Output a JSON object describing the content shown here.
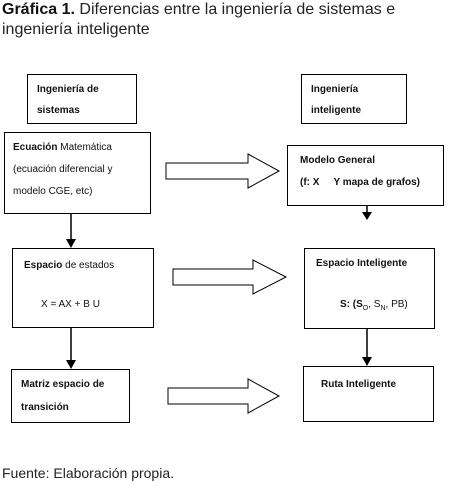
{
  "figure": {
    "label": "Gráfica 1.",
    "title": "Diferencias entre la ingeniería de sistemas e ingeniería inteligente"
  },
  "columns": {
    "left_header": [
      "Ingeniería de",
      "sistemas"
    ],
    "right_header": [
      "Ingeniería",
      "inteligente"
    ]
  },
  "left": {
    "ecuacion": {
      "title_bold": "Ecuación",
      "title_rest": " Matemática",
      "line2": "(ecuación diferencial y",
      "line3": "modelo CGE, etc)"
    },
    "espacio_estados": {
      "title_bold": "Espacio",
      "title_rest": " de estados",
      "formula": "X = AX + B U"
    },
    "matriz": {
      "line1": "Matriz  espacio de",
      "line2": "transición"
    }
  },
  "right": {
    "modelo_general": {
      "line1": "Modelo General",
      "line2_pre": "(f: X",
      "line2_post": "Y mapa de grafos)"
    },
    "espacio_inteligente": {
      "title": "Espacio Inteligente",
      "s_label": "S: (S",
      "sub_o": "O",
      "mid": ", S",
      "sub_n": "N",
      "tail": ", PB)"
    },
    "ruta": {
      "title": "Ruta Inteligente"
    }
  },
  "source": {
    "label": "Fuente:",
    "text": " Elaboración propia."
  }
}
